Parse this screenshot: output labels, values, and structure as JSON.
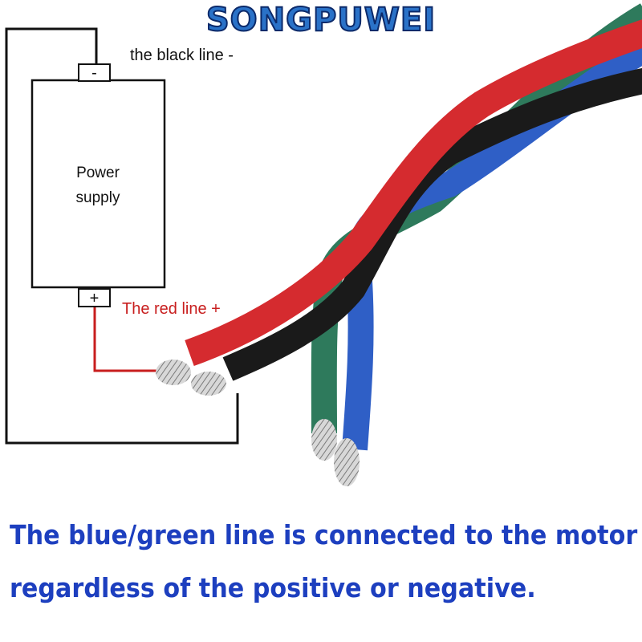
{
  "brand": "SONGPUWEI",
  "diagram": {
    "power_supply": {
      "line1": "Power",
      "line2": "supply"
    },
    "negative_symbol": "-",
    "positive_symbol": "+",
    "black_line_label": "the black line -",
    "red_line_label": "The red line  +"
  },
  "wire_colors": {
    "red": "#d52b2f",
    "black": "#1a1a1a",
    "blue": "#2f5fc6",
    "green": "#2e7a5c",
    "circuit_red": "#c81e1e"
  },
  "caption": {
    "line1": "The blue/green line is connected to the motor",
    "line2": "regardless of the positive or negative."
  }
}
